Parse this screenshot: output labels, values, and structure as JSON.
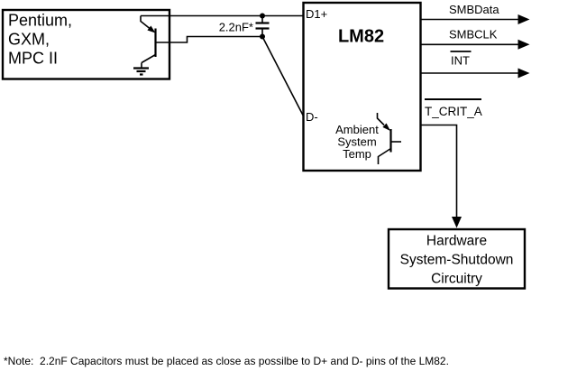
{
  "colors": {
    "ink": "#000000",
    "background": "#ffffff"
  },
  "cpu_box": {
    "lines": [
      "Pentium,",
      "GXM,",
      "MPC II"
    ]
  },
  "capacitor": {
    "label": "2.2nF*"
  },
  "lm82": {
    "name": "LM82",
    "pins": {
      "d1_plus": "D1+",
      "d_minus": "D-"
    },
    "sensor": {
      "lines": [
        "Ambient",
        "System",
        "Temp"
      ]
    }
  },
  "signals": {
    "smbdata": "SMBData",
    "smbclk": "SMBCLK",
    "int": "INT",
    "t_crit_a": "T_CRIT_A"
  },
  "shutdown_box": {
    "lines": [
      "Hardware",
      "System-Shutdown",
      "Circuitry"
    ]
  },
  "note": {
    "text": "*Note:  2.2nF Capacitors must be placed as close as possilbe to D+ and D- pins of the LM82."
  },
  "symbols": [
    "pnp-transistor",
    "capacitor",
    "ground",
    "signal-arrow",
    "junction-dot",
    "overline"
  ]
}
